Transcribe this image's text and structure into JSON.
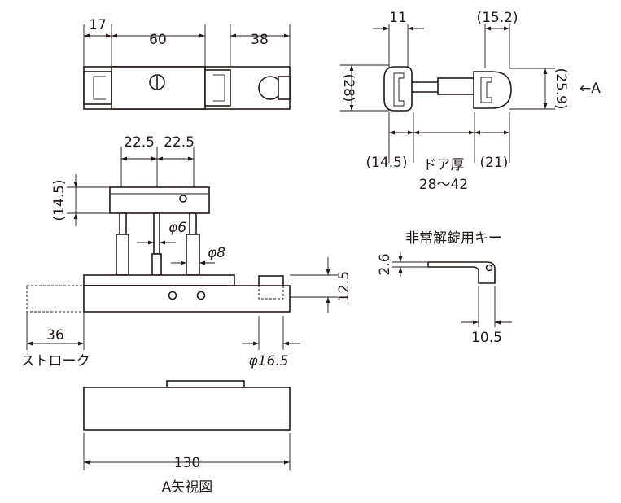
{
  "colors": {
    "line": "#231815",
    "background": "#ffffff"
  },
  "top_view": {
    "d17": "17",
    "d60": "60",
    "d38": "38"
  },
  "side_view": {
    "d22_5_left": "22.5",
    "d22_5_right": "22.5",
    "d14_5": "(14.5)",
    "phi6": "φ6",
    "phi8": "φ8",
    "d12_5": "12.5",
    "d36": "36",
    "stroke_label": "ストローク",
    "phi16_5": "φ16.5"
  },
  "section_view": {
    "d11": "11",
    "d15_2": "(15.2)",
    "d28": "(28)",
    "d25_9": "(25.9)",
    "arrow_a": "←A",
    "d14_5_bottom": "(14.5)",
    "door_label": "ドア厚",
    "door_range": "28～42",
    "d21": "(21)"
  },
  "key_view": {
    "title": "非常解錠用キー",
    "d2_6": "2.6",
    "d10_5": "10.5"
  },
  "a_view": {
    "d130": "130",
    "caption": "A矢視図"
  }
}
